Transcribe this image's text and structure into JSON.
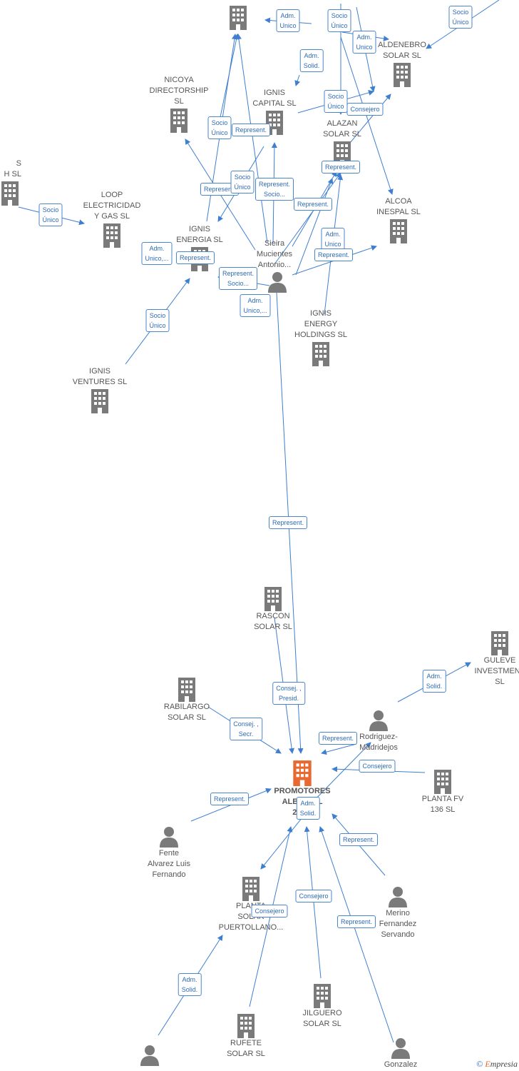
{
  "colors": {
    "edge": "#3f7fd0",
    "building": "#7a7a7a",
    "focus_building": "#e8682f",
    "person": "#7a7a7a"
  },
  "nodes": [
    {
      "id": "top_company",
      "label": "",
      "kind": "company"
    },
    {
      "id": "aldenebro",
      "label": "ALDENEBRO\nSOLAR SL",
      "kind": "company"
    },
    {
      "id": "nicoya",
      "label": "NICOYA\nDIRECTORSHIP\nSL",
      "kind": "company"
    },
    {
      "id": "ignis_capital",
      "label": "IGNIS\nCAPITAL SL",
      "kind": "company"
    },
    {
      "id": "alazan",
      "label": "ALAZAN\nSOLAR SL",
      "kind": "company"
    },
    {
      "id": "left_cut",
      "label": "S\nH SL",
      "kind": "company"
    },
    {
      "id": "loop",
      "label": "LOOP\nELECTRICIDAD\nY GAS SL",
      "kind": "company"
    },
    {
      "id": "alcoa",
      "label": "ALCOA\nINESPAL SL",
      "kind": "company"
    },
    {
      "id": "ignis_energia",
      "label": "IGNIS\nENERGIA SL",
      "kind": "company"
    },
    {
      "id": "sieira",
      "label": "Sieira\nMucientes\nAntonio...",
      "kind": "person"
    },
    {
      "id": "ignis_energy_holdings",
      "label": "IGNIS\nENERGY\nHOLDINGS SL",
      "kind": "company"
    },
    {
      "id": "ignis_ventures",
      "label": "IGNIS\nVENTURES SL",
      "kind": "company"
    },
    {
      "id": "rascon",
      "label": "RASCON\nSOLAR SL",
      "kind": "company"
    },
    {
      "id": "guleve",
      "label": "GULEVE\nINVESTMENT\nSL",
      "kind": "company"
    },
    {
      "id": "rabilargo",
      "label": "RABILARGO\nSOLAR SL",
      "kind": "company"
    },
    {
      "id": "rodriguez",
      "label": "Rodriguez-\nMadridejos",
      "kind": "person"
    },
    {
      "id": "promotores",
      "label": "PROMOTORES\nALBA... SL\n220...",
      "kind": "focus"
    },
    {
      "id": "planta_fv",
      "label": "PLANTA FV\n136 SL",
      "kind": "company"
    },
    {
      "id": "fente",
      "label": "Fente\nAlvarez Luis\nFernando",
      "kind": "person"
    },
    {
      "id": "planta_puertollano",
      "label": "PLANTA\nSOLAR\nPUERTOLLANO...",
      "kind": "company"
    },
    {
      "id": "merino",
      "label": "Merino\nFernandez\nServando",
      "kind": "person"
    },
    {
      "id": "jilguero",
      "label": "JILGUERO\nSOLAR SL",
      "kind": "company"
    },
    {
      "id": "rufete",
      "label": "RUFETE\nSOLAR SL",
      "kind": "company"
    },
    {
      "id": "bottom_person",
      "label": "",
      "kind": "person"
    },
    {
      "id": "gonzalez",
      "label": "Gonzalez",
      "kind": "person"
    }
  ],
  "edge_labels": [
    {
      "id": "e1",
      "text": "Adm.\nUnico"
    },
    {
      "id": "e2",
      "text": "Socio\nÚnico"
    },
    {
      "id": "e3",
      "text": "Adm.\nUnico"
    },
    {
      "id": "e4",
      "text": "Socio\nÚnico"
    },
    {
      "id": "e5",
      "text": "Adm.\nSolid."
    },
    {
      "id": "e6",
      "text": "Socio\nÚnico"
    },
    {
      "id": "e7",
      "text": "Consejero"
    },
    {
      "id": "e8",
      "text": "Socio\nÚnico"
    },
    {
      "id": "e9",
      "text": "Represent."
    },
    {
      "id": "e10",
      "text": "Represent."
    },
    {
      "id": "e11",
      "text": "Represent."
    },
    {
      "id": "e12",
      "text": "Socio\nÚnico"
    },
    {
      "id": "e13",
      "text": "Represent.\nSocio..."
    },
    {
      "id": "e14",
      "text": "Represent."
    },
    {
      "id": "e15",
      "text": "Socio\nÚnico"
    },
    {
      "id": "e16",
      "text": "Adm.\nUnico,..."
    },
    {
      "id": "e17",
      "text": "Represent."
    },
    {
      "id": "e18",
      "text": "Adm.\nUnico"
    },
    {
      "id": "e19",
      "text": "Represent."
    },
    {
      "id": "e20",
      "text": "Represent.\nSocio..."
    },
    {
      "id": "e21",
      "text": "Adm.\nUnico,..."
    },
    {
      "id": "e22",
      "text": "Socio\nÚnico"
    },
    {
      "id": "e23",
      "text": "Represent."
    },
    {
      "id": "e24",
      "text": "Consej. ,\nPresid."
    },
    {
      "id": "e25",
      "text": "Adm.\nSolid."
    },
    {
      "id": "e26",
      "text": "Consej. ,\nSecr."
    },
    {
      "id": "e27",
      "text": "Represent."
    },
    {
      "id": "e28",
      "text": "Consejero"
    },
    {
      "id": "e29",
      "text": "Represent."
    },
    {
      "id": "e30",
      "text": "Adm.\nSolid."
    },
    {
      "id": "e31",
      "text": "Represent."
    },
    {
      "id": "e32",
      "text": "Consejero"
    },
    {
      "id": "e33",
      "text": "Consejero"
    },
    {
      "id": "e34",
      "text": "Represent."
    },
    {
      "id": "e35",
      "text": "Adm.\nSolid."
    }
  ],
  "footer": {
    "copyright": "©",
    "brand_initial": "E",
    "brand_rest": "mpresia"
  }
}
